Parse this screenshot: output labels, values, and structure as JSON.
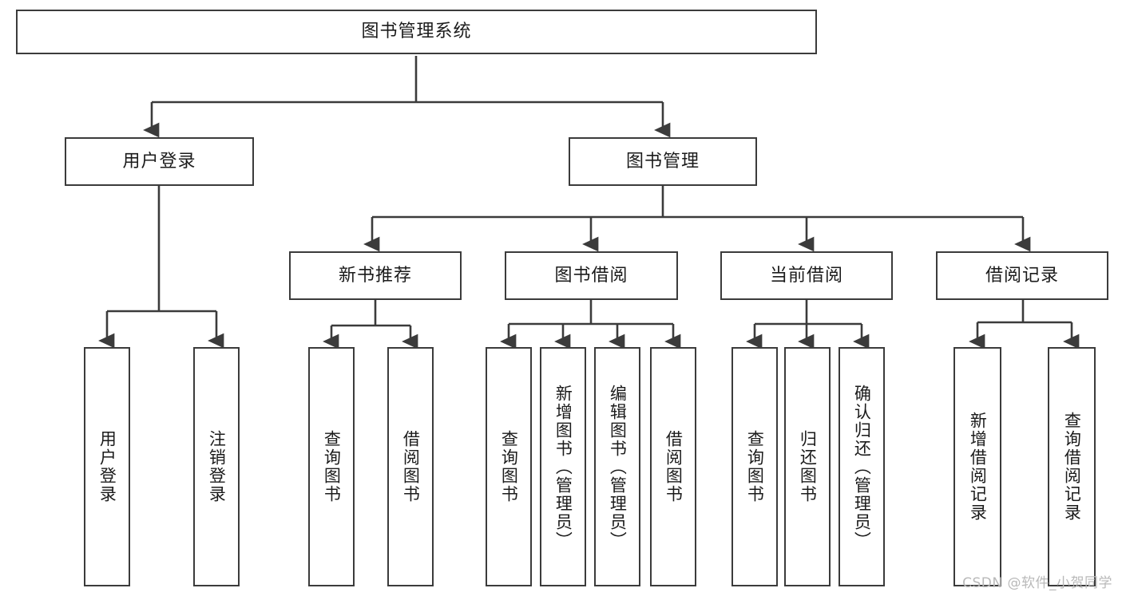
{
  "diagram": {
    "type": "tree-hierarchy-chart",
    "title_node": {
      "label": "图书管理系统"
    },
    "level2": [
      {
        "id": "user-login",
        "label": "用户登录"
      },
      {
        "id": "book-management",
        "label": "图书管理"
      }
    ],
    "level3": [
      {
        "id": "new-book-recommend",
        "label": "新书推荐"
      },
      {
        "id": "book-borrow",
        "label": "图书借阅"
      },
      {
        "id": "current-borrow",
        "label": "当前借阅"
      },
      {
        "id": "borrow-record",
        "label": "借阅记录"
      }
    ],
    "leaves": {
      "user_login": [
        {
          "id": "leaf-user-login",
          "label": "用户登录"
        },
        {
          "id": "leaf-logout-login",
          "label": "注销登录"
        }
      ],
      "new_book_recommend": [
        {
          "id": "leaf-query-book-1",
          "label": "查询图书"
        },
        {
          "id": "leaf-borrow-book-1",
          "label": "借阅图书"
        }
      ],
      "book_borrow": [
        {
          "id": "leaf-query-book-2",
          "label": "查询图书"
        },
        {
          "id": "leaf-add-book-admin",
          "label": "新增图书（管理员）"
        },
        {
          "id": "leaf-edit-book-admin",
          "label": "编辑图书（管理员）"
        },
        {
          "id": "leaf-borrow-book-2",
          "label": "借阅图书"
        }
      ],
      "current_borrow": [
        {
          "id": "leaf-query-book-3",
          "label": "查询图书"
        },
        {
          "id": "leaf-return-book",
          "label": "归还图书"
        },
        {
          "id": "leaf-confirm-return-admin",
          "label": "确认归还（管理员）"
        }
      ],
      "borrow_record": [
        {
          "id": "leaf-add-borrow-record",
          "label": "新增借阅记录"
        },
        {
          "id": "leaf-query-borrow-record",
          "label": "查询借阅记录"
        }
      ]
    },
    "watermark": "CSDN @软件_小贺同学",
    "colors": {
      "stroke": "#3b3b3b",
      "text": "#1b1b1b",
      "background": "#ffffff",
      "watermark": "#b9b9b9"
    }
  }
}
